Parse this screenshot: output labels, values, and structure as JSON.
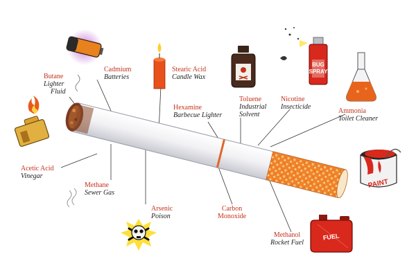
{
  "labels": {
    "butane": {
      "chem": "Butane",
      "use": [
        "Lighter",
        "Fluid"
      ]
    },
    "cadmium": {
      "chem": "Cadmium",
      "use": [
        "Batteries"
      ]
    },
    "stearic": {
      "chem": "Stearic Acid",
      "use": [
        "Candle Wax"
      ]
    },
    "hexamine": {
      "chem": "Hexamine",
      "use": [
        "Barbecue Lighter"
      ]
    },
    "toluene": {
      "chem": "Toluene",
      "use": [
        "Industrial",
        "Solvent"
      ]
    },
    "nicotine": {
      "chem": "Nicotine",
      "use": [
        "Insecticide"
      ]
    },
    "ammonia": {
      "chem": "Ammonia",
      "use": [
        "Toilet Cleaner"
      ]
    },
    "acetic": {
      "chem": "Acetic Acid",
      "use": [
        "Vinegar"
      ]
    },
    "methane": {
      "chem": "Methane",
      "use": [
        "Sewer Gas"
      ]
    },
    "arsenic": {
      "chem": "Arsenic",
      "use": [
        "Poison"
      ]
    },
    "carbon": {
      "chem": "Carbon",
      "use": [
        "Monoxide"
      ]
    },
    "methanol": {
      "chem": "Methanol",
      "use": [
        "Rocket Fuel"
      ]
    }
  },
  "illustration_text": {
    "bug_can": [
      "BUG",
      "SPRAY"
    ],
    "paint_can": "PAINT",
    "fuel_can": "FUEL"
  },
  "colors": {
    "label_red": "#c4321c",
    "filter_orange": "#f08a2c",
    "paper": "#f4f4f6",
    "leader_line": "#333333"
  },
  "icons": [
    "lighter-icon",
    "battery-icon",
    "candle-icon",
    "toluene-bottle-icon",
    "bug-spray-icon",
    "flask-icon",
    "paint-can-icon",
    "skull-icon",
    "fuel-can-icon",
    "methane-smoke-icon"
  ]
}
